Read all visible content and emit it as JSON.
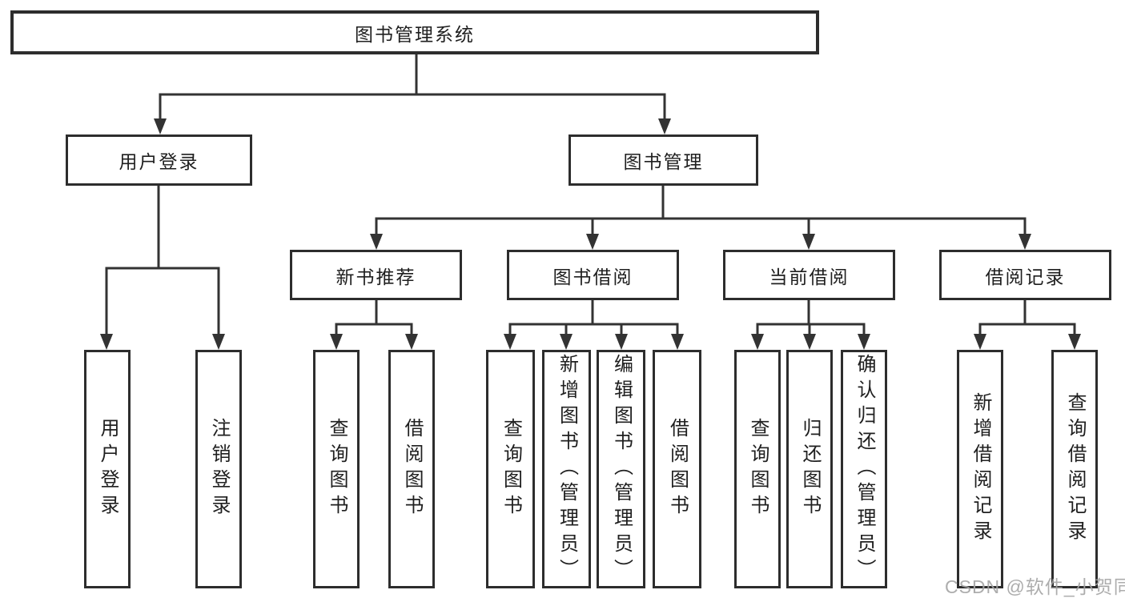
{
  "colors": {
    "line": "#333333",
    "box_border": "#2d2d2d",
    "box_fill": "#ffffff",
    "text": "#1f1f1f",
    "watermark": "#a4a4a4"
  },
  "watermark": {
    "text": "CSDN @软件_小贺同学"
  },
  "diagram": {
    "root": {
      "label": "图书管理系统",
      "children": [
        {
          "label": "用户登录",
          "children": [
            {
              "label": "用户登录"
            },
            {
              "label": "注销登录"
            }
          ]
        },
        {
          "label": "图书管理",
          "children": [
            {
              "label": "新书推荐",
              "children": [
                {
                  "label": "查询图书"
                },
                {
                  "label": "借阅图书"
                }
              ]
            },
            {
              "label": "图书借阅",
              "children": [
                {
                  "label": "查询图书"
                },
                {
                  "label": "新增图书（管理员）"
                },
                {
                  "label": "编辑图书（管理员）"
                },
                {
                  "label": "借阅图书"
                }
              ]
            },
            {
              "label": "当前借阅",
              "children": [
                {
                  "label": "查询图书"
                },
                {
                  "label": "归还图书"
                },
                {
                  "label": "确认归还（管理员）"
                }
              ]
            },
            {
              "label": "借阅记录",
              "children": [
                {
                  "label": "新增借阅记录"
                },
                {
                  "label": "查询借阅记录"
                }
              ]
            }
          ]
        }
      ]
    }
  }
}
